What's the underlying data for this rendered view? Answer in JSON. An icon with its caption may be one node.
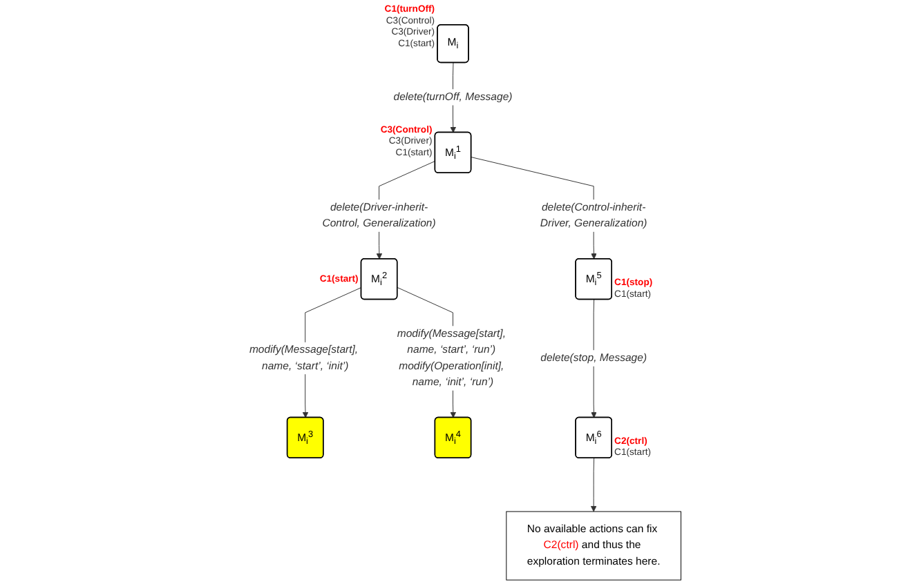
{
  "diagram": {
    "nodes": [
      {
        "text": [
          "M$_{i}$"
        ],
        "beside": [
          "**C1(turnOff)**",
          "C3(Control)",
          "C3(Driver)",
          "C1(start)"
        ]
      },
      {
        "text": [
          "M$_{i}$$^{1}$"
        ],
        "beside": [
          "**C3(Control)**",
          "C3(Driver)",
          "C1(start)"
        ]
      },
      {
        "text": [
          "M$_{i}$$^{2}$"
        ],
        "beside": [
          "**C1(start)**"
        ]
      },
      {
        "text": [
          "M$_{i}$$^{3}$"
        ]
      },
      {
        "text": [
          "M$_{i}$$^{4}$"
        ]
      },
      {
        "text": [
          "M$_{i}$$^{5}$"
        ],
        "beside": [
          "**C1(stop)**",
          "C1(start)"
        ]
      },
      {
        "text": [
          "M$_{i}$$^{6}$"
        ],
        "beside": [
          "**C2(ctrl)**",
          "C1(start)"
        ]
      },
      {
        "text": [
          "No available actions can fix **C2(ctrl)** and thus the exploration terminates here."
        ]
      }
    ],
    "edges": [
      {
        "from": 0,
        "to": 1,
        "arrow": "to",
        "label": "delete(turnOff, Message)"
      },
      {
        "from": 1,
        "to": 2,
        "arrow": "to",
        "label": "delete(Driver-inherit-Control, Generalization)"
      },
      {
        "from": 1,
        "to": 5,
        "arrow": "to",
        "label": "delete(Control-inherit-Driver, Generalization)"
      },
      {
        "from": 2,
        "to": 3,
        "arrow": "to",
        "label": "modify(Message[start], name, ‘start’, ‘init’)"
      },
      {
        "from": 2,
        "to": 4,
        "arrow": "to",
        "label": "modify(Message[start], name, ‘start’, ‘run’) modify(Operation[init], name, ‘init’, ‘run’)"
      },
      {
        "from": 5,
        "to": 6,
        "arrow": "to",
        "label": "delete(stop, Message)"
      },
      {
        "from": 6,
        "to": 7,
        "arrow": "to"
      }
    ]
  }
}
